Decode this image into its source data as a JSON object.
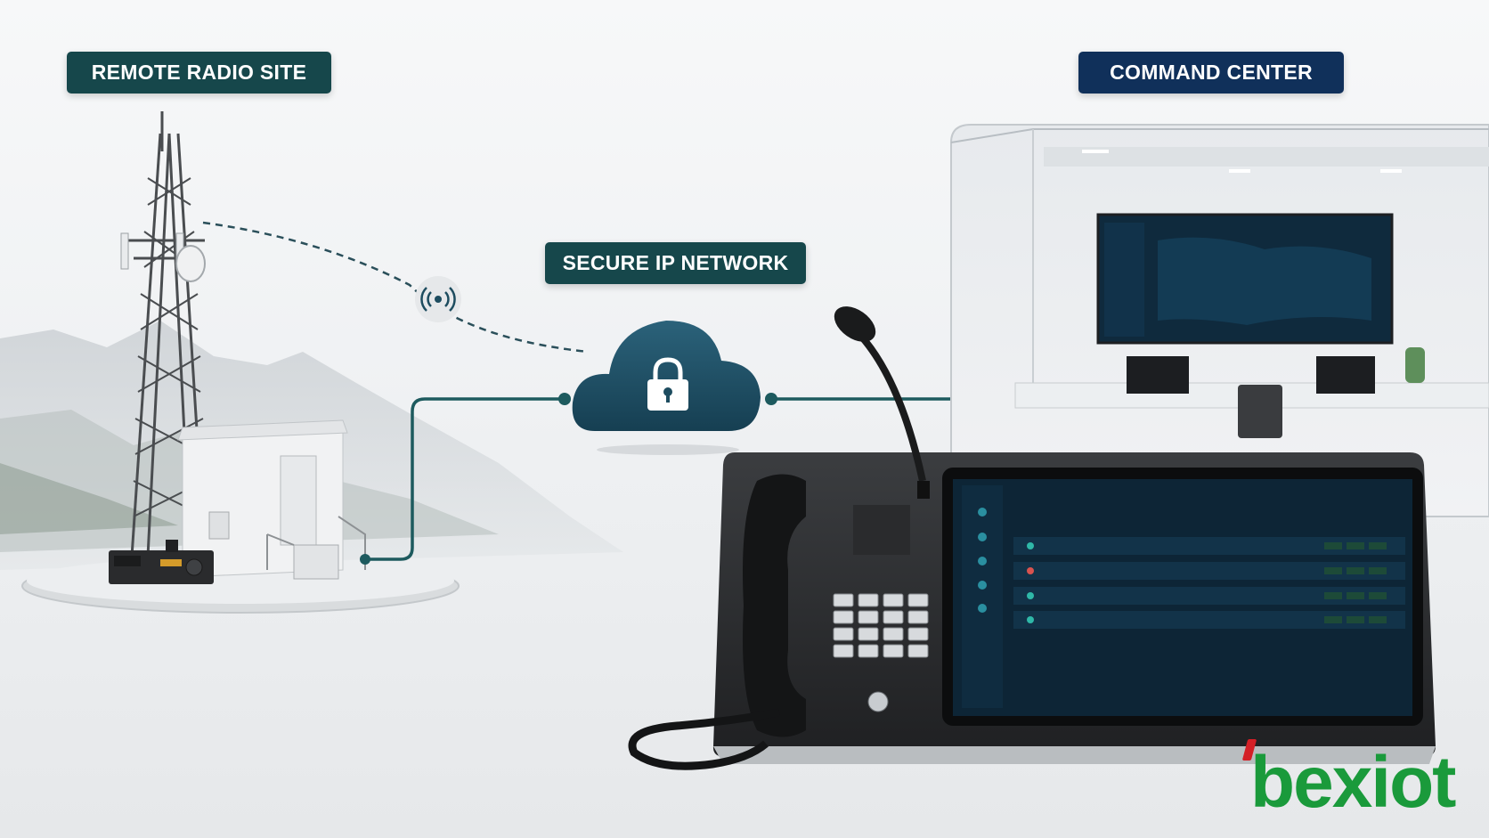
{
  "labels": {
    "remote_site": "REMOTE RADIO SITE",
    "network": "SECURE IP NETWORK",
    "command_center": "COMMAND CENTER"
  },
  "brand": {
    "logo_text": "bexiot",
    "logo_color": "#1a9a3b",
    "accent_color": "#d41f26"
  },
  "colors": {
    "site_label_bg": "#16474b",
    "network_label_bg": "#16474b",
    "command_label_bg": "#10305a",
    "connector_line": "#1d5a5e",
    "cloud": "#1d4c5f"
  },
  "icons": {
    "wireless": "wireless-signal-icon",
    "lock": "padlock-icon",
    "cloud": "cloud-icon"
  }
}
